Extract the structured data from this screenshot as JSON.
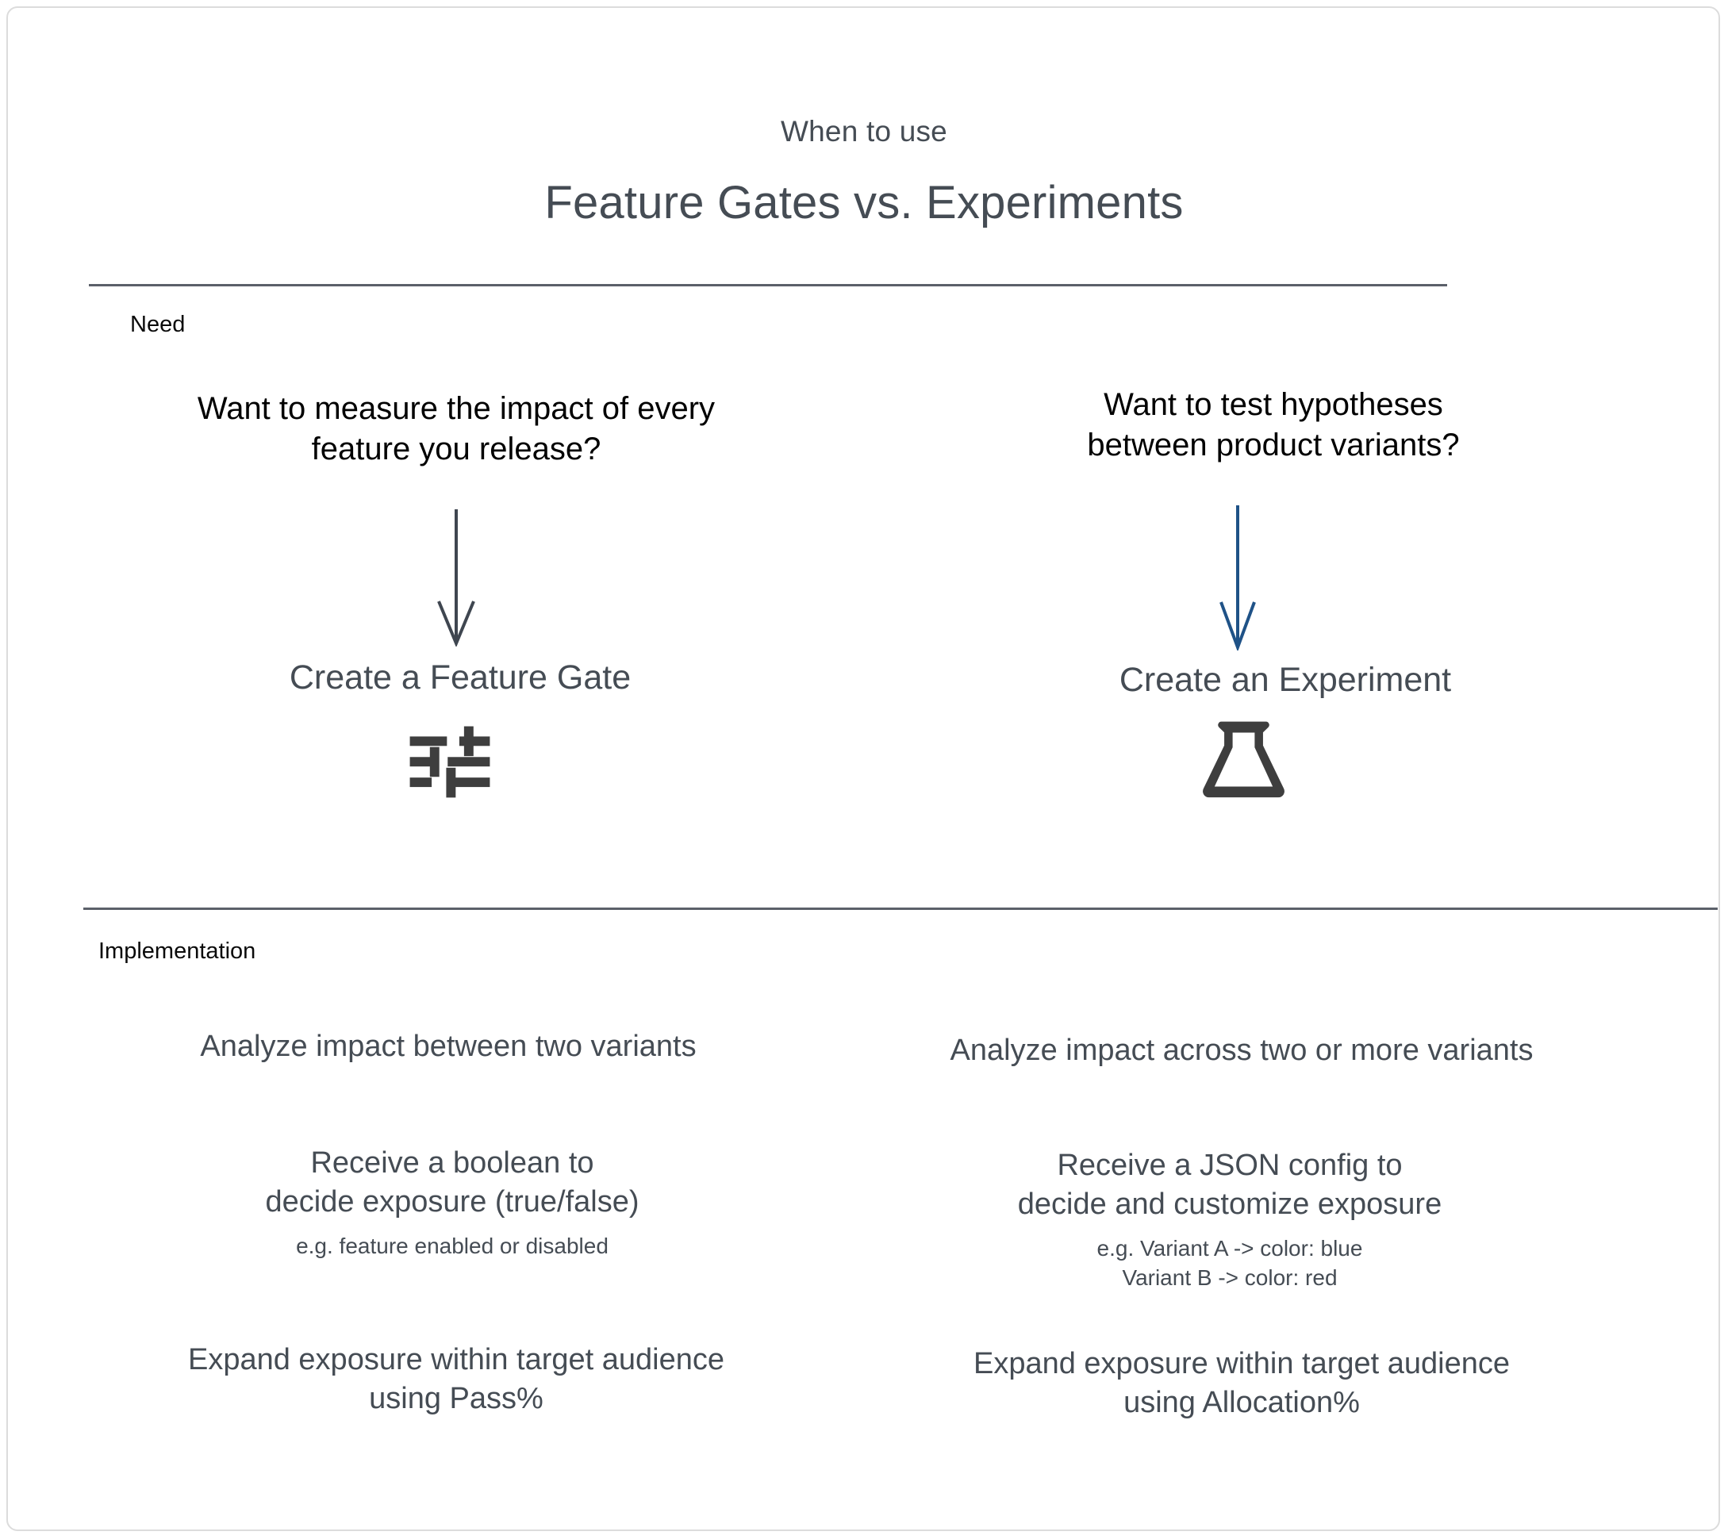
{
  "header": {
    "eyebrow": "When to use",
    "title": "Feature Gates vs. Experiments"
  },
  "sections": {
    "need_label": "Need",
    "implementation_label": "Implementation"
  },
  "colors": {
    "text_primary": "#454c54",
    "text_black": "#000000",
    "divider": "#5b6069",
    "arrow_left": "#3f4650",
    "arrow_right": "#1f5287",
    "frame_border": "#dcdcdc",
    "icon": "#3e3e3e"
  },
  "columns": [
    {
      "id": "feature-gate",
      "question_line1": "Want to measure the impact of every",
      "question_line2": "feature you release?",
      "arrow_icon": "down-arrow-icon",
      "arrow_color": "#3f4650",
      "create_label": "Create a Feature Gate",
      "icon_name": "tune-sliders-icon",
      "implementation": [
        {
          "lines": [
            "Analyze impact between two variants"
          ],
          "example": null
        },
        {
          "lines": [
            "Receive a boolean to",
            "decide exposure (true/false)"
          ],
          "example": [
            "e.g. feature enabled or disabled"
          ]
        },
        {
          "lines": [
            "Expand exposure within target audience",
            "using Pass%"
          ],
          "example": null
        }
      ]
    },
    {
      "id": "experiment",
      "question_line1": "Want to test hypotheses",
      "question_line2": "between product variants?",
      "arrow_icon": "down-arrow-icon",
      "arrow_color": "#1f5287",
      "create_label": "Create an Experiment",
      "icon_name": "flask-icon",
      "implementation": [
        {
          "lines": [
            "Analyze impact across two or more variants"
          ],
          "example": null
        },
        {
          "lines": [
            "Receive a JSON config to",
            "decide and customize exposure"
          ],
          "example": [
            "e.g. Variant A -> color: blue",
            "Variant B -> color: red"
          ]
        },
        {
          "lines": [
            "Expand exposure within target audience",
            "using Allocation%"
          ],
          "example": null
        }
      ]
    }
  ]
}
